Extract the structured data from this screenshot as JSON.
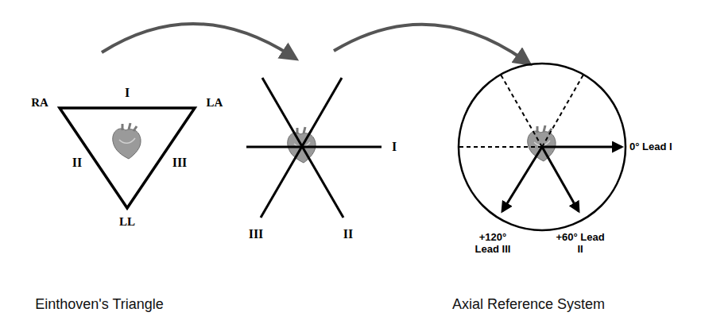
{
  "diagram": {
    "labels": [
      "RA",
      "I",
      "LA",
      "II",
      "III",
      "LL",
      "I",
      "III",
      "II",
      "0° Lead I",
      "+120° Lead III",
      "+60° Lead II",
      "Einthoven's Triangle",
      "Axial Reference System"
    ]
  }
}
